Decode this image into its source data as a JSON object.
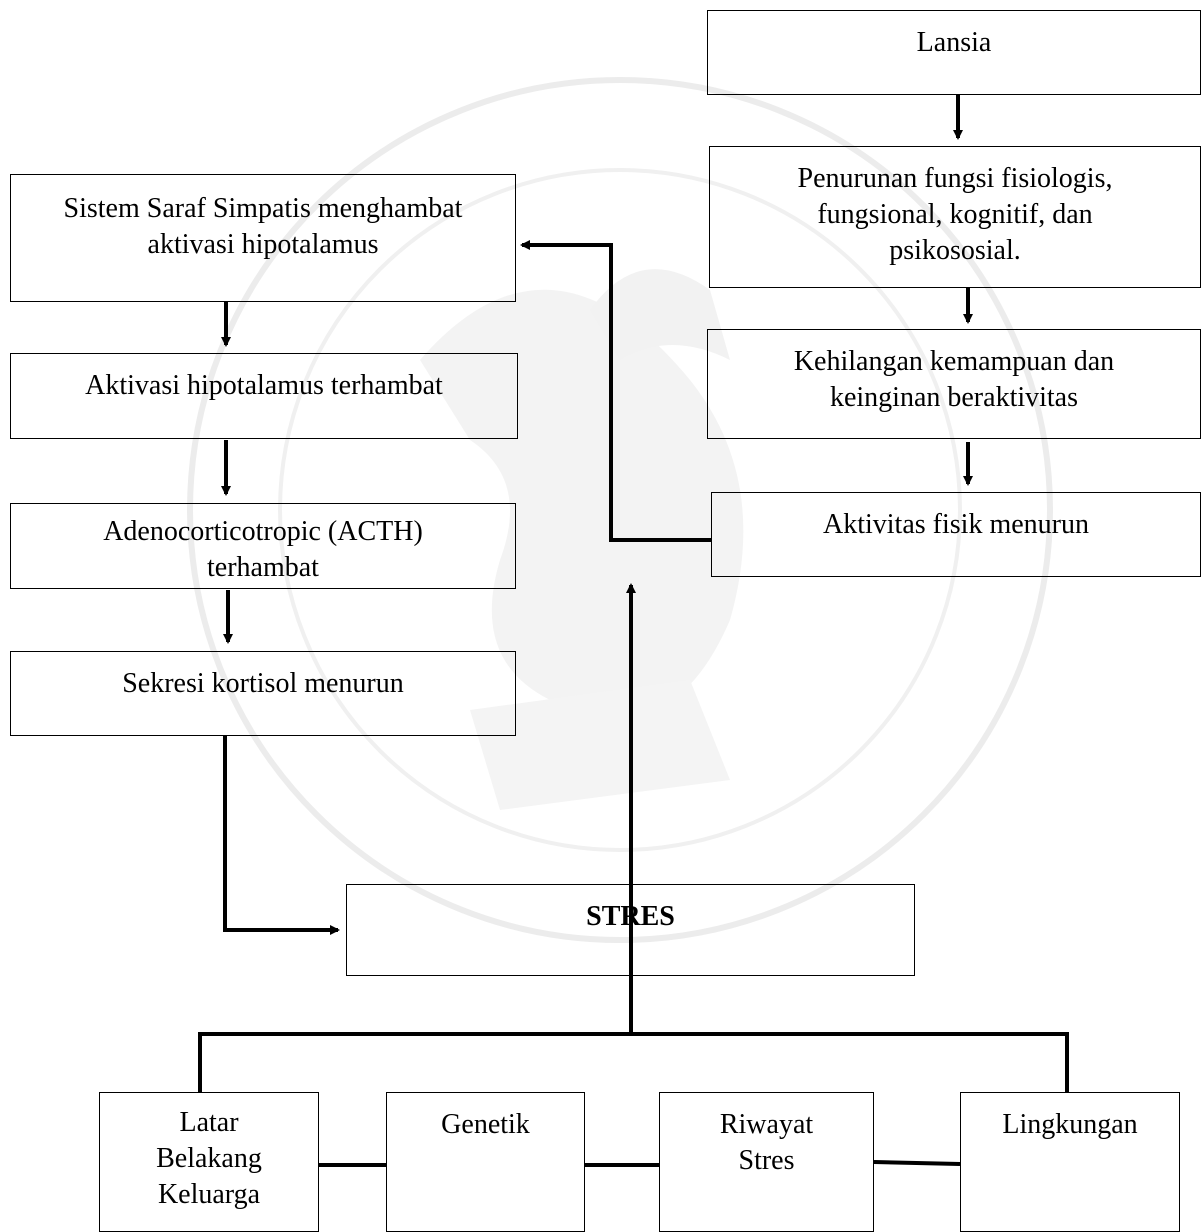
{
  "nodes": {
    "lansia": "Lansia",
    "penurunan": "Penurunan fungsi fisiologis, fungsional, kognitif, dan psikososial.",
    "kehilangan": "Kehilangan kemampuan dan keinginan beraktivitas",
    "aktivitas": "Aktivitas fisik menurun",
    "sistem_saraf": "Sistem Saraf Simpatis menghambat aktivasi hipotalamus",
    "aktivasi": "Aktivasi hipotalamus terhambat",
    "acth": "Adenocorticotropic (ACTH) terhambat",
    "sekresi": "Sekresi kortisol menurun",
    "stres": "STRES",
    "latar": "Latar Belakang Keluarga",
    "genetik": "Genetik",
    "riwayat": "Riwayat Stres",
    "lingkungan": "Lingkungan"
  },
  "colors": {
    "line": "#000000",
    "watermark": "#e6e6e6"
  }
}
